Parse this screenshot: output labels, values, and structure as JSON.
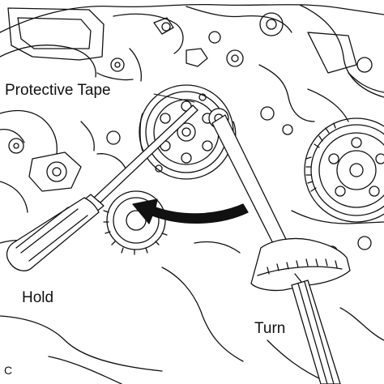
{
  "labels": {
    "protective_tape": "Protective Tape",
    "hold": "Hold",
    "turn": "Turn",
    "figure_code": "C"
  },
  "colors": {
    "line": "#111111",
    "background": "#ffffff"
  }
}
